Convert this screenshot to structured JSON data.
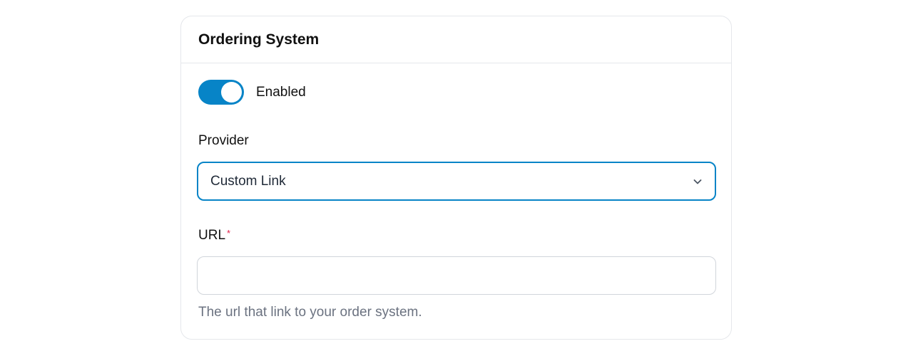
{
  "card": {
    "title": "Ordering System",
    "toggle": {
      "label": "Enabled",
      "state": "on"
    },
    "provider": {
      "label": "Provider",
      "selected": "Custom Link"
    },
    "url": {
      "label": "URL",
      "required_marker": "*",
      "value": "",
      "placeholder": "",
      "help_text": "The url that link to your order system."
    }
  },
  "colors": {
    "accent": "#0784c7",
    "required": "#e11d48",
    "border": "#e5e7eb"
  }
}
